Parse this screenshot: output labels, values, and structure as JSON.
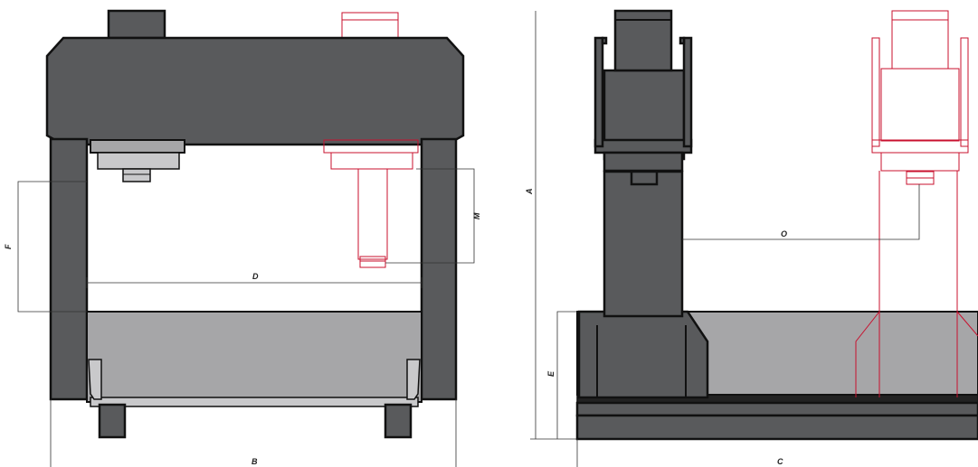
{
  "dimensions": {
    "A": "A",
    "B": "B",
    "C": "C",
    "D": "D",
    "E": "E",
    "F": "F",
    "M": "M",
    "O": "O"
  },
  "colors": {
    "body": "#595a5c",
    "light_panel": "#a6a6a8",
    "ghost_outline": "#c8102e",
    "dimension_lines": "#333333"
  }
}
